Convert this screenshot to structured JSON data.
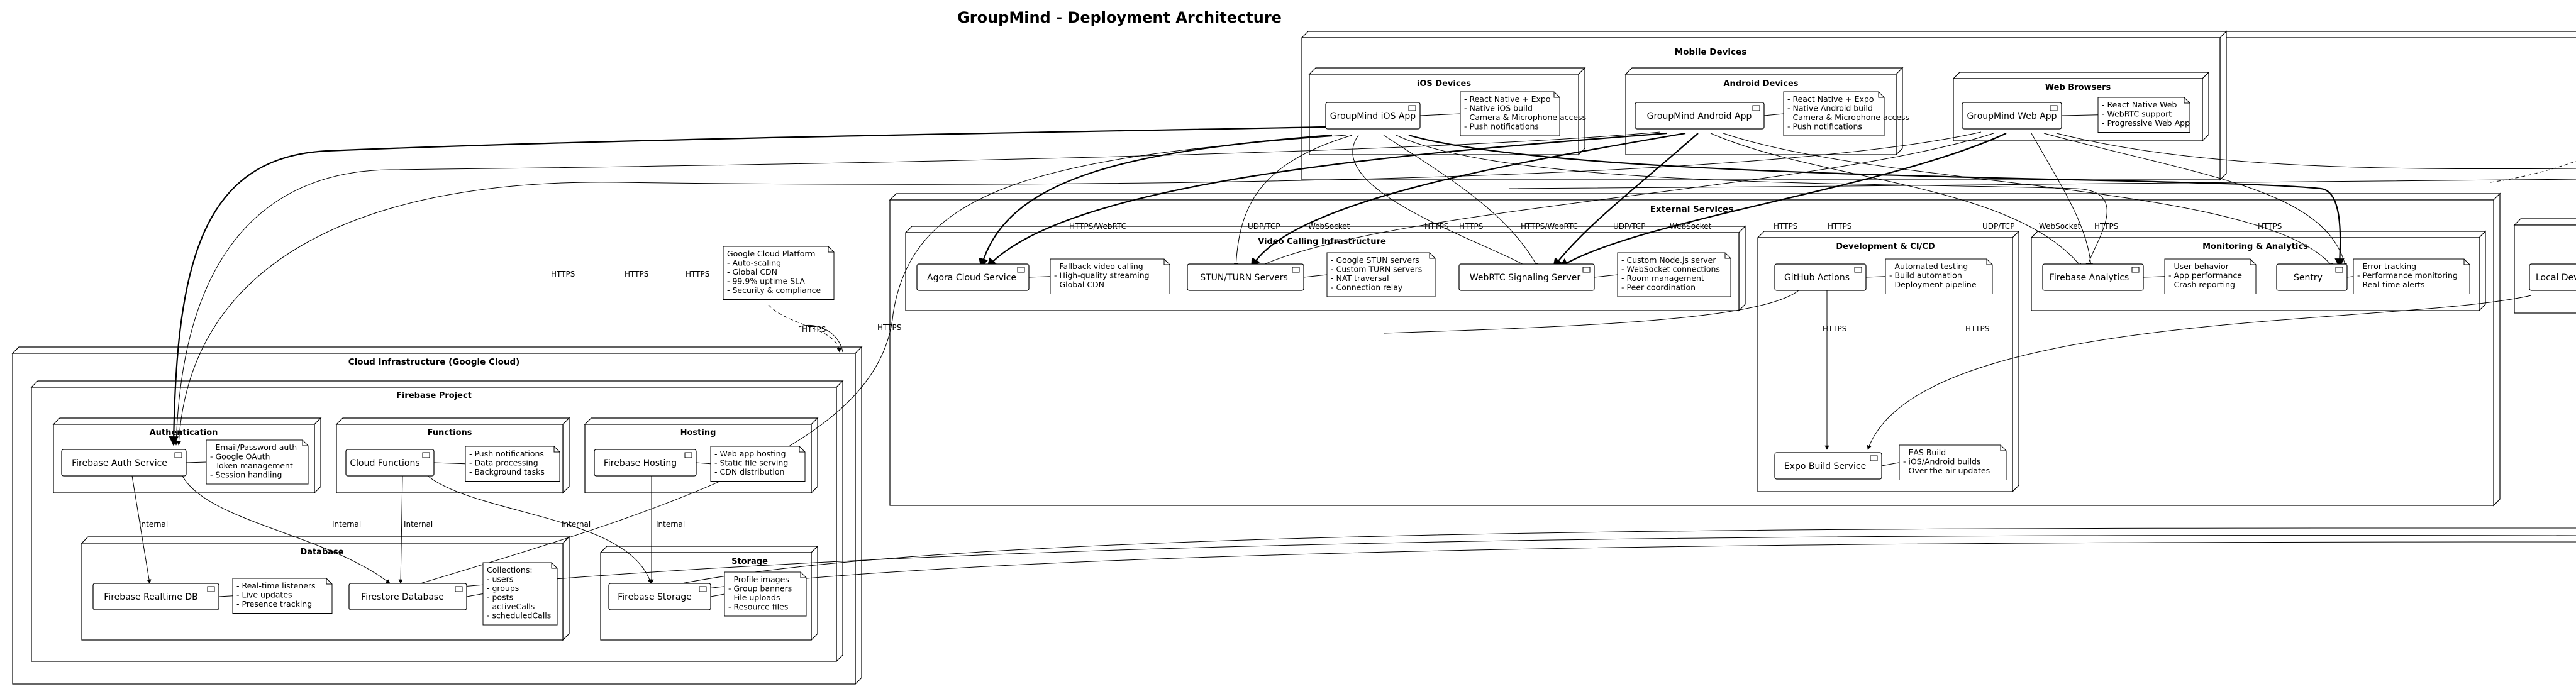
{
  "title": "GroupMind - Deployment Architecture",
  "nodes": {
    "mobile_devices": "Mobile Devices",
    "ios_devices": "iOS Devices",
    "android_devices": "Android Devices",
    "web_browsers": "Web Browsers",
    "external_services": "External Services",
    "video_calling": "Video Calling Infrastructure",
    "dev_ci": "Development & CI/CD",
    "monitoring": "Monitoring & Analytics",
    "cloud_infra": "Cloud Infrastructure (Google Cloud)",
    "firebase_project": "Firebase Project",
    "authentication": "Authentication",
    "functions": "Functions",
    "hosting": "Hosting",
    "database": "Database",
    "storage": "Storage"
  },
  "components": {
    "ios_app": "GroupMind iOS App",
    "android_app": "GroupMind Android App",
    "web_app": "GroupMind Web App",
    "agora": "Agora Cloud Service",
    "stun": "STUN/TURN Servers",
    "webrtc": "WebRTC Signaling Server",
    "github": "GitHub Actions",
    "expo": "Expo Build Service",
    "fb_analytics": "Firebase Analytics",
    "sentry": "Sentry",
    "local_dev": "Local Dev",
    "auth_service": "Firebase Auth Service",
    "cloud_functions": "Cloud Functions",
    "fb_hosting": "Firebase Hosting",
    "realtime_db": "Firebase Realtime DB",
    "firestore": "Firestore Database",
    "fb_storage": "Firebase Storage"
  },
  "notes": {
    "ios": [
      "- React Native + Expo",
      "- Native iOS build",
      "- Camera & Microphone access",
      "- Push notifications"
    ],
    "android": [
      "- React Native + Expo",
      "- Native Android build",
      "- Camera & Microphone access",
      "- Push notifications"
    ],
    "web": [
      "- React Native Web",
      "- WebRTC support",
      "- Progressive Web App"
    ],
    "gcp": [
      "Google Cloud Platform",
      "- Auto-scaling",
      "- Global CDN",
      "- 99.9% uptime SLA",
      "- Security & compliance"
    ],
    "agora": [
      "- Fallback video calling",
      "- High-quality streaming",
      "- Global CDN"
    ],
    "stun": [
      "- Google STUN servers",
      "- Custom TURN servers",
      "- NAT traversal",
      "- Connection relay"
    ],
    "webrtc": [
      "- Custom Node.js server",
      "- WebSocket connections",
      "- Room management",
      "- Peer coordination"
    ],
    "github": [
      "- Automated testing",
      "- Build automation",
      "- Deployment pipeline"
    ],
    "expo": [
      "- EAS Build",
      "- iOS/Android builds",
      "- Over-the-air updates"
    ],
    "analytics": [
      "- User behavior",
      "- App performance",
      "- Crash reporting"
    ],
    "sentry": [
      "- Error tracking",
      "- Performance monitoring",
      "- Real-time alerts"
    ],
    "auth": [
      "- Email/Password auth",
      "- Google OAuth",
      "- Token management",
      "- Session handling"
    ],
    "functions": [
      "- Push notifications",
      "- Data processing",
      "- Background tasks"
    ],
    "hosting": [
      "- Web app hosting",
      "- Static file serving",
      "- CDN distribution"
    ],
    "realtime": [
      "- Real-time listeners",
      "- Live updates",
      "- Presence tracking"
    ],
    "collections": [
      "Collections:",
      "- users",
      "- groups",
      "- posts",
      "- activeCalls",
      "- scheduledCalls"
    ],
    "storage": [
      "- Profile images",
      "- Group banners",
      "- File uploads",
      "- Resource files"
    ]
  },
  "edge_labels": {
    "https": "HTTPS",
    "https_webrtc": "HTTPS/WebRTC",
    "udp_tcp": "UDP/TCP",
    "websocket": "WebSocket",
    "internal": "Internal"
  }
}
